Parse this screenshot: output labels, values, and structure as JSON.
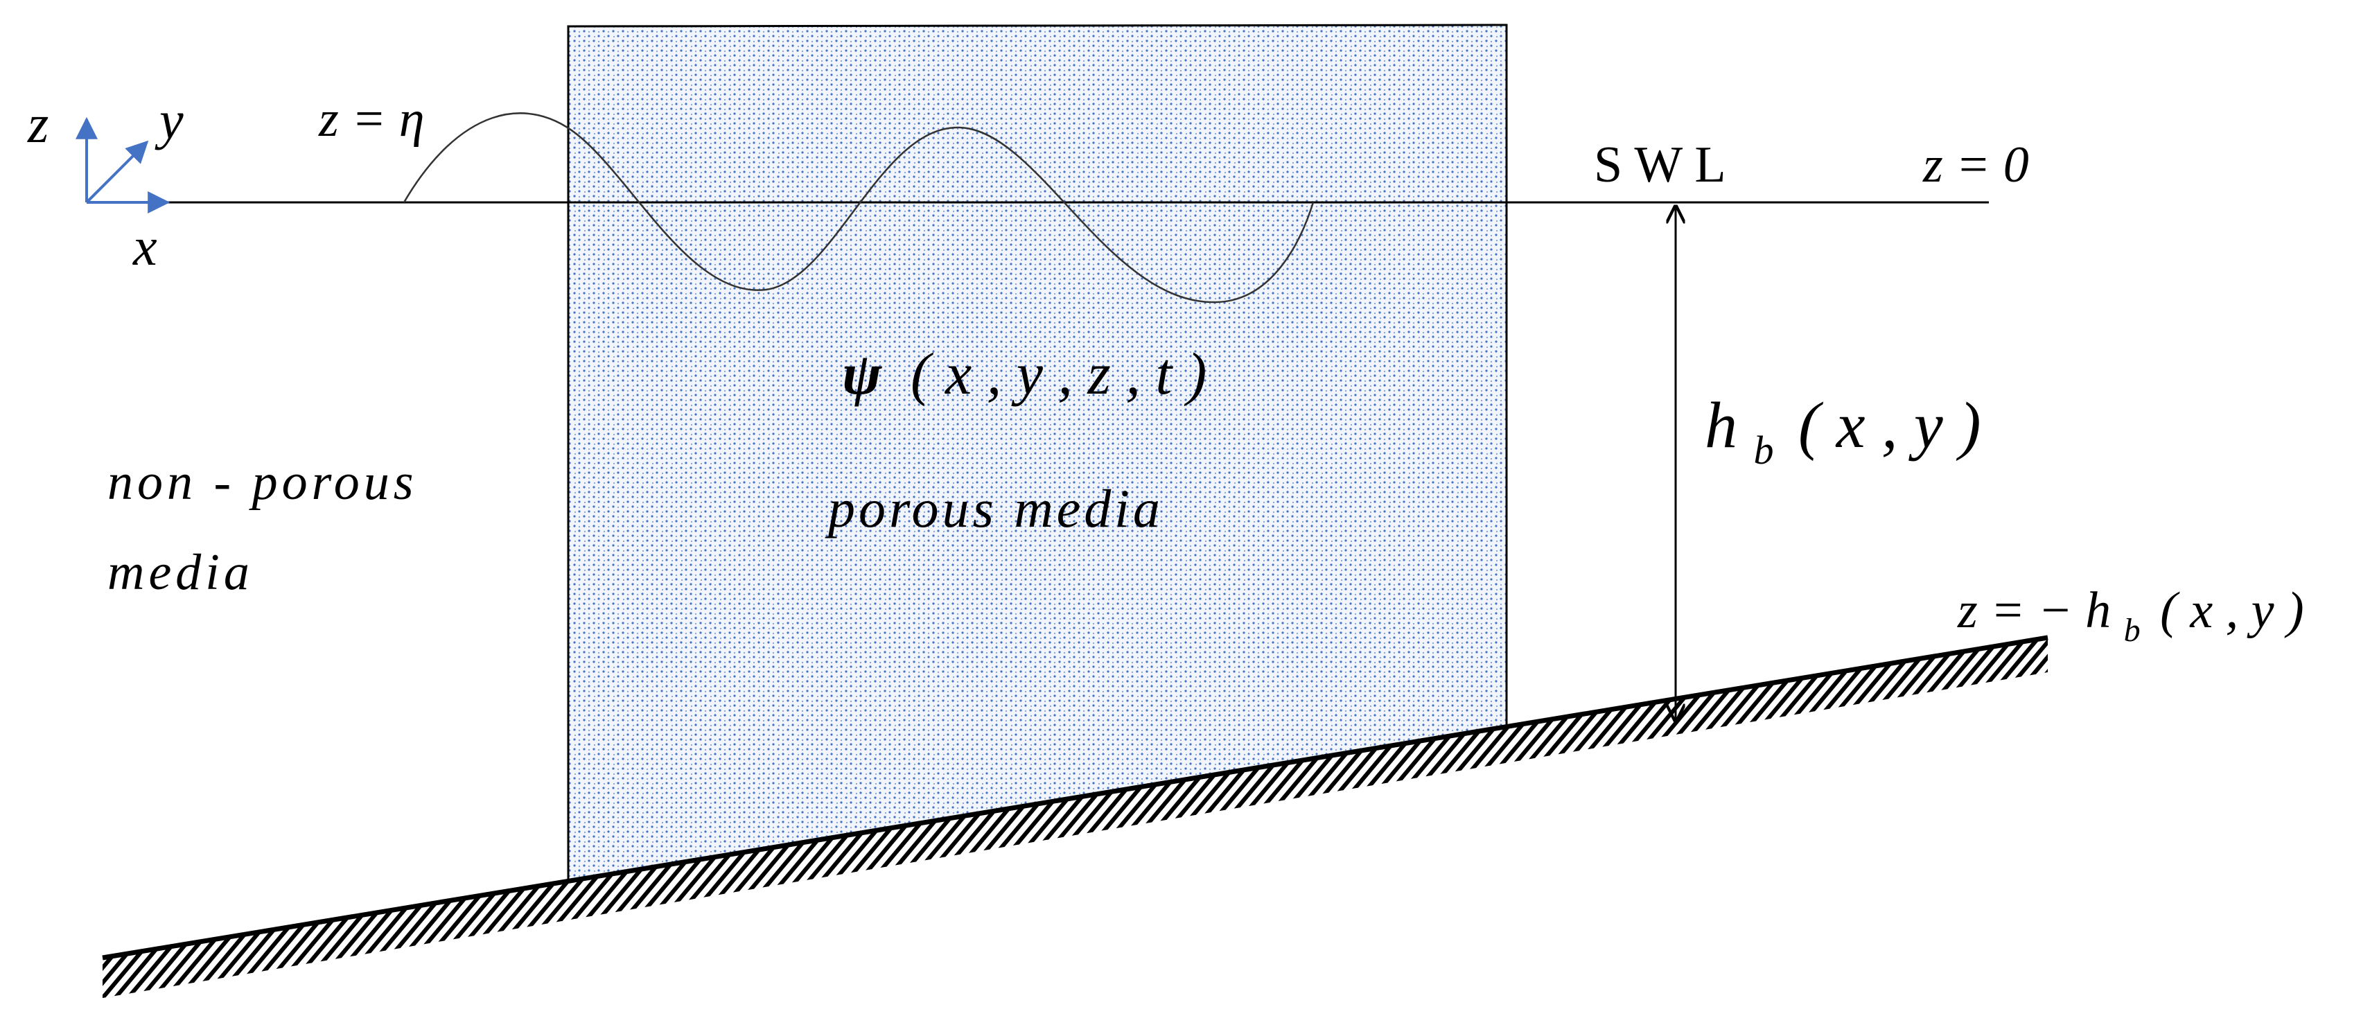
{
  "axes": {
    "z_label": "z",
    "y_label": "y",
    "x_label": "x",
    "arrow_color": "#4472C4"
  },
  "labels": {
    "free_surface": "z = η",
    "swl": "S W L",
    "z_zero": "z  =  0",
    "psi_symbol": "ψ",
    "psi_args": "( x , y , z , t )",
    "porous": "porous media",
    "nonporous_line1": "non - porous",
    "nonporous_line2": "media",
    "depth_h": "h",
    "depth_sub": "b",
    "depth_args": "( x ,  y )",
    "bed_prefix": "z  =  − h",
    "bed_sub": "b",
    "bed_args": "( x , y )"
  },
  "colors": {
    "porous_dot": "#4472C4",
    "line": "#000000"
  }
}
